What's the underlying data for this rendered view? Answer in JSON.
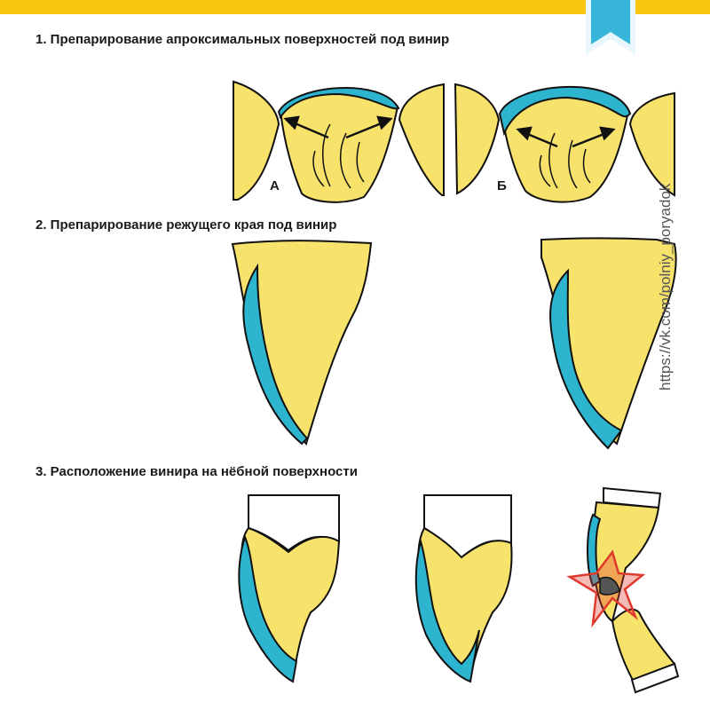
{
  "headings": {
    "step1": "1. Препарирование апроксимальных поверхностей под винир",
    "step2": "2. Препарирование режущего края под винир",
    "step3": "3. Расположение винира на нёбной поверхности"
  },
  "labels": {
    "a": "А",
    "b": "Б"
  },
  "watermark": "https://vk.com/polniy_poryadok",
  "colors": {
    "tooth": "#f7e26b",
    "veneer": "#2db5cf",
    "accent": "#f9c80e",
    "warning": "#e03a2f",
    "outline": "#111111"
  }
}
